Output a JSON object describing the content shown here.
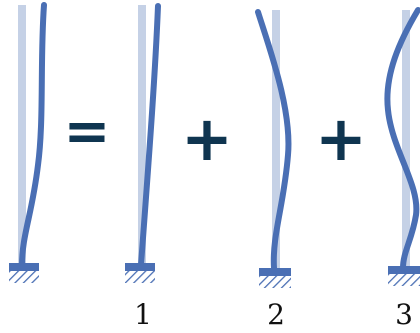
{
  "colors": {
    "beam": "#4a6fb4",
    "reference": "#c5d1e6",
    "operator": "#0f3550",
    "hatch": "#4a6fb4"
  },
  "operators": [
    "=",
    "+",
    "+"
  ],
  "mode_labels": [
    "1",
    "2",
    "3"
  ]
}
